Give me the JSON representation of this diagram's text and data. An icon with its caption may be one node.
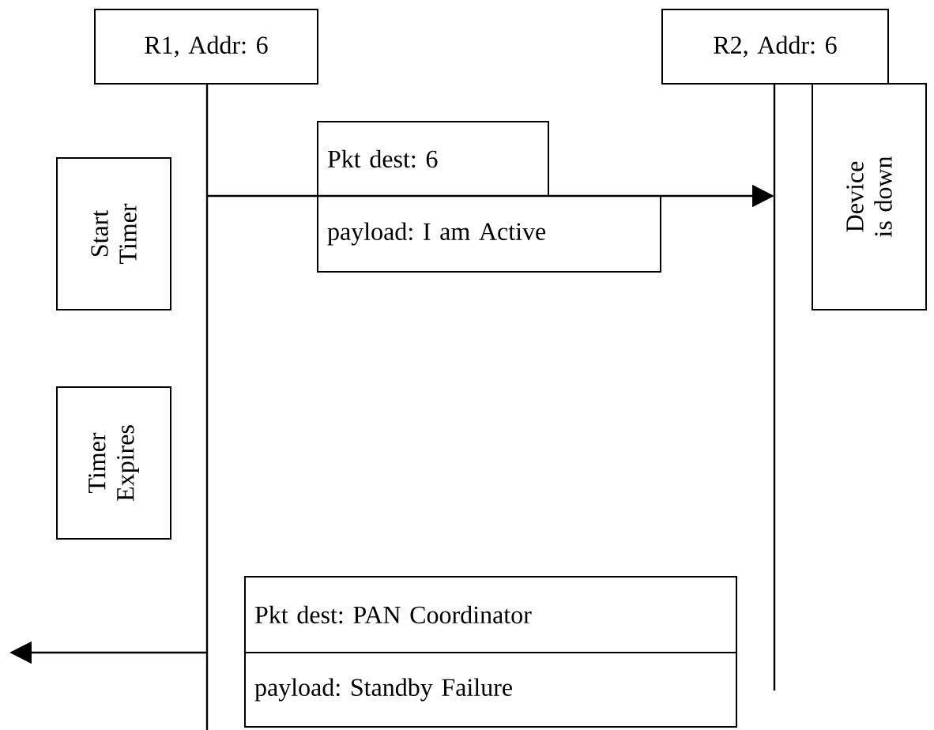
{
  "diagram": {
    "nodes": [
      {
        "text": [
          "R1, Addr: 6"
        ]
      },
      {
        "text": [
          "R2, Addr: 6"
        ]
      },
      {
        "text": [
          "Pkt dest: 6"
        ]
      },
      {
        "text": [
          "payload: I am Active"
        ]
      },
      {
        "text": [
          "Start Timer"
        ]
      },
      {
        "text": [
          "Device is down"
        ]
      },
      {
        "text": [
          "Timer Expires"
        ]
      },
      {
        "text": [
          "Pkt dest: PAN Coordinator"
        ]
      },
      {
        "text": [
          "payload: Standby Failure"
        ]
      }
    ],
    "edges": [
      {
        "from": 0,
        "to": 1,
        "arrow": "to"
      },
      {
        "from": 0,
        "to": null,
        "arrow": "to"
      }
    ]
  }
}
